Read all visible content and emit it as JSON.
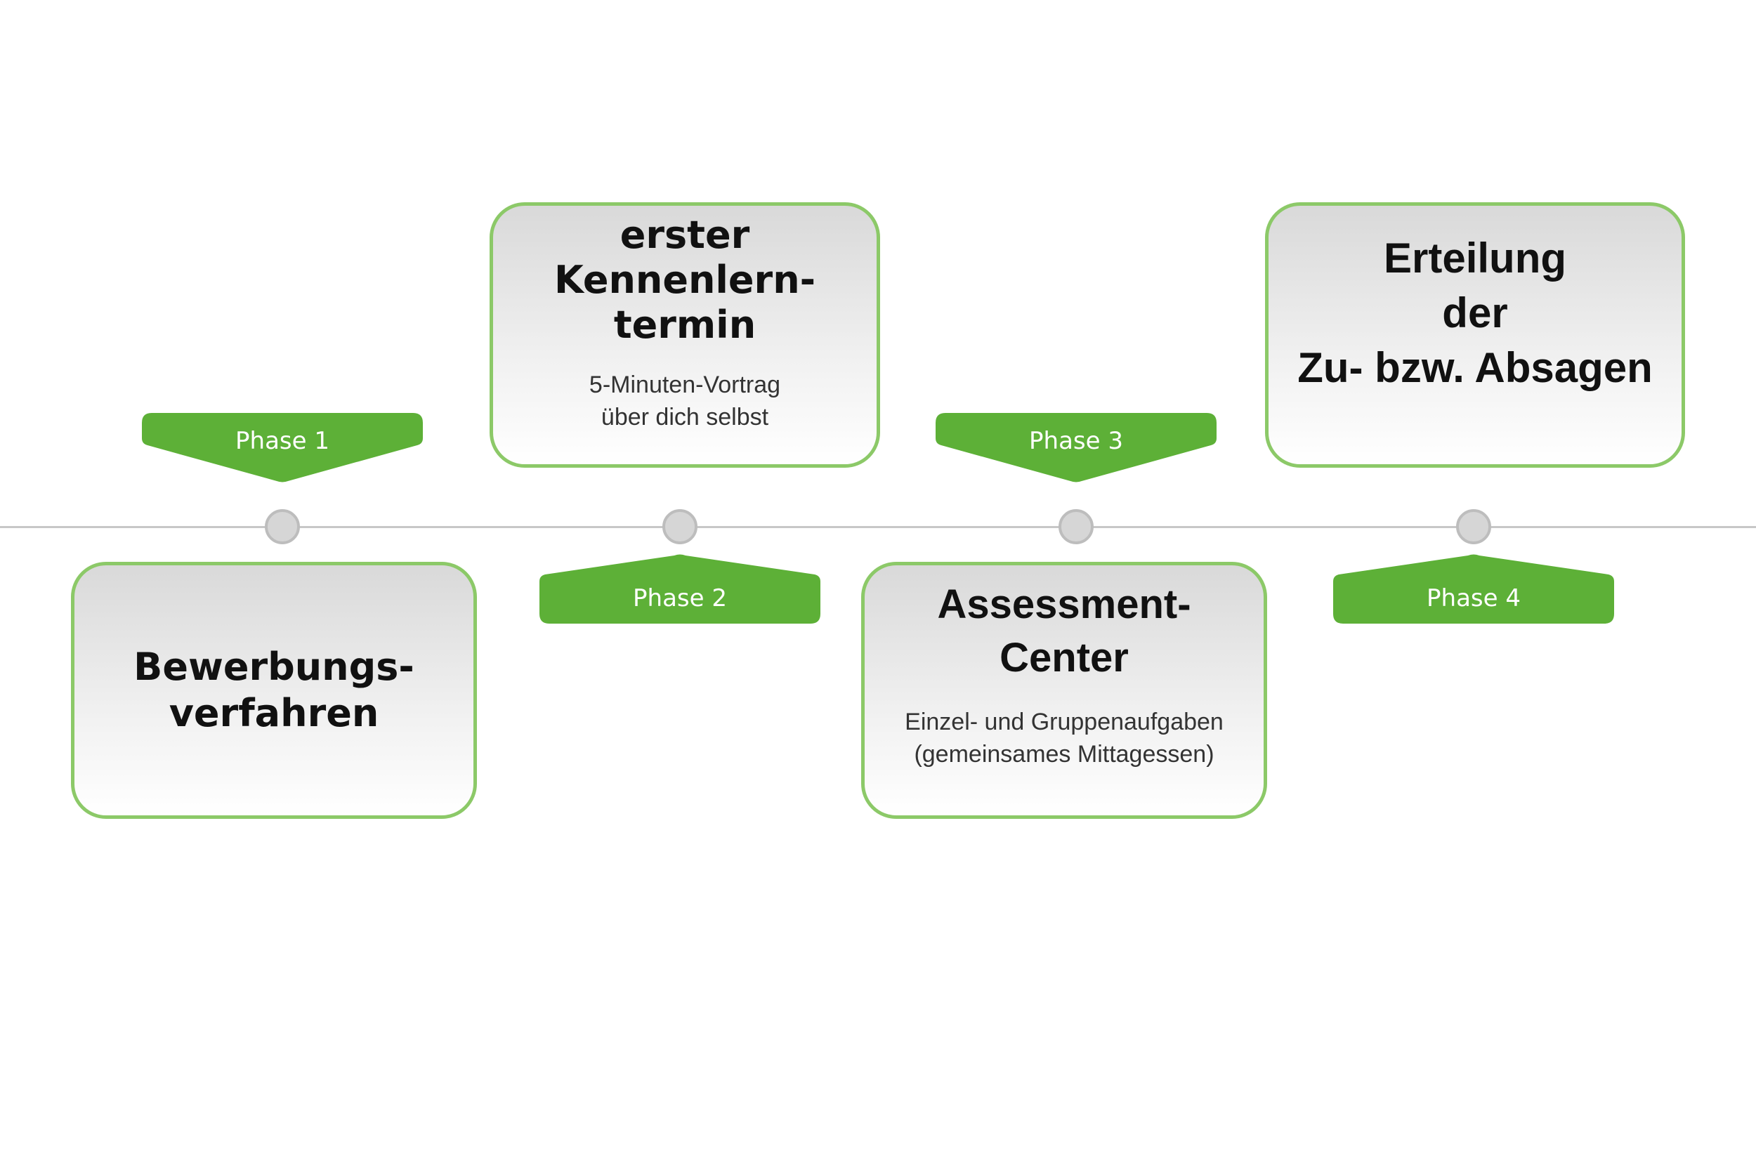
{
  "phases": [
    {
      "label": "Phase 1"
    },
    {
      "label": "Phase 2"
    },
    {
      "label": "Phase 3"
    },
    {
      "label": "Phase 4"
    }
  ],
  "cards": [
    {
      "title": "Bewerbungs-\nverfahren",
      "subtitle": ""
    },
    {
      "title": "erster\nKennenlern-\ntermin",
      "subtitle": "5-Minuten-Vortrag\nüber dich selbst"
    },
    {
      "title": "Assessment-\nCenter",
      "subtitle": "Einzel- und Gruppenaufgaben\n(gemeinsames Mittagessen)"
    },
    {
      "title": "Erteilung\nder\nZu- bzw. Absagen",
      "subtitle": ""
    }
  ],
  "colors": {
    "accent_green": "#5db037",
    "card_border": "#8cc968",
    "timeline": "#c7c7c7",
    "node_fill": "#d6d6d6"
  }
}
